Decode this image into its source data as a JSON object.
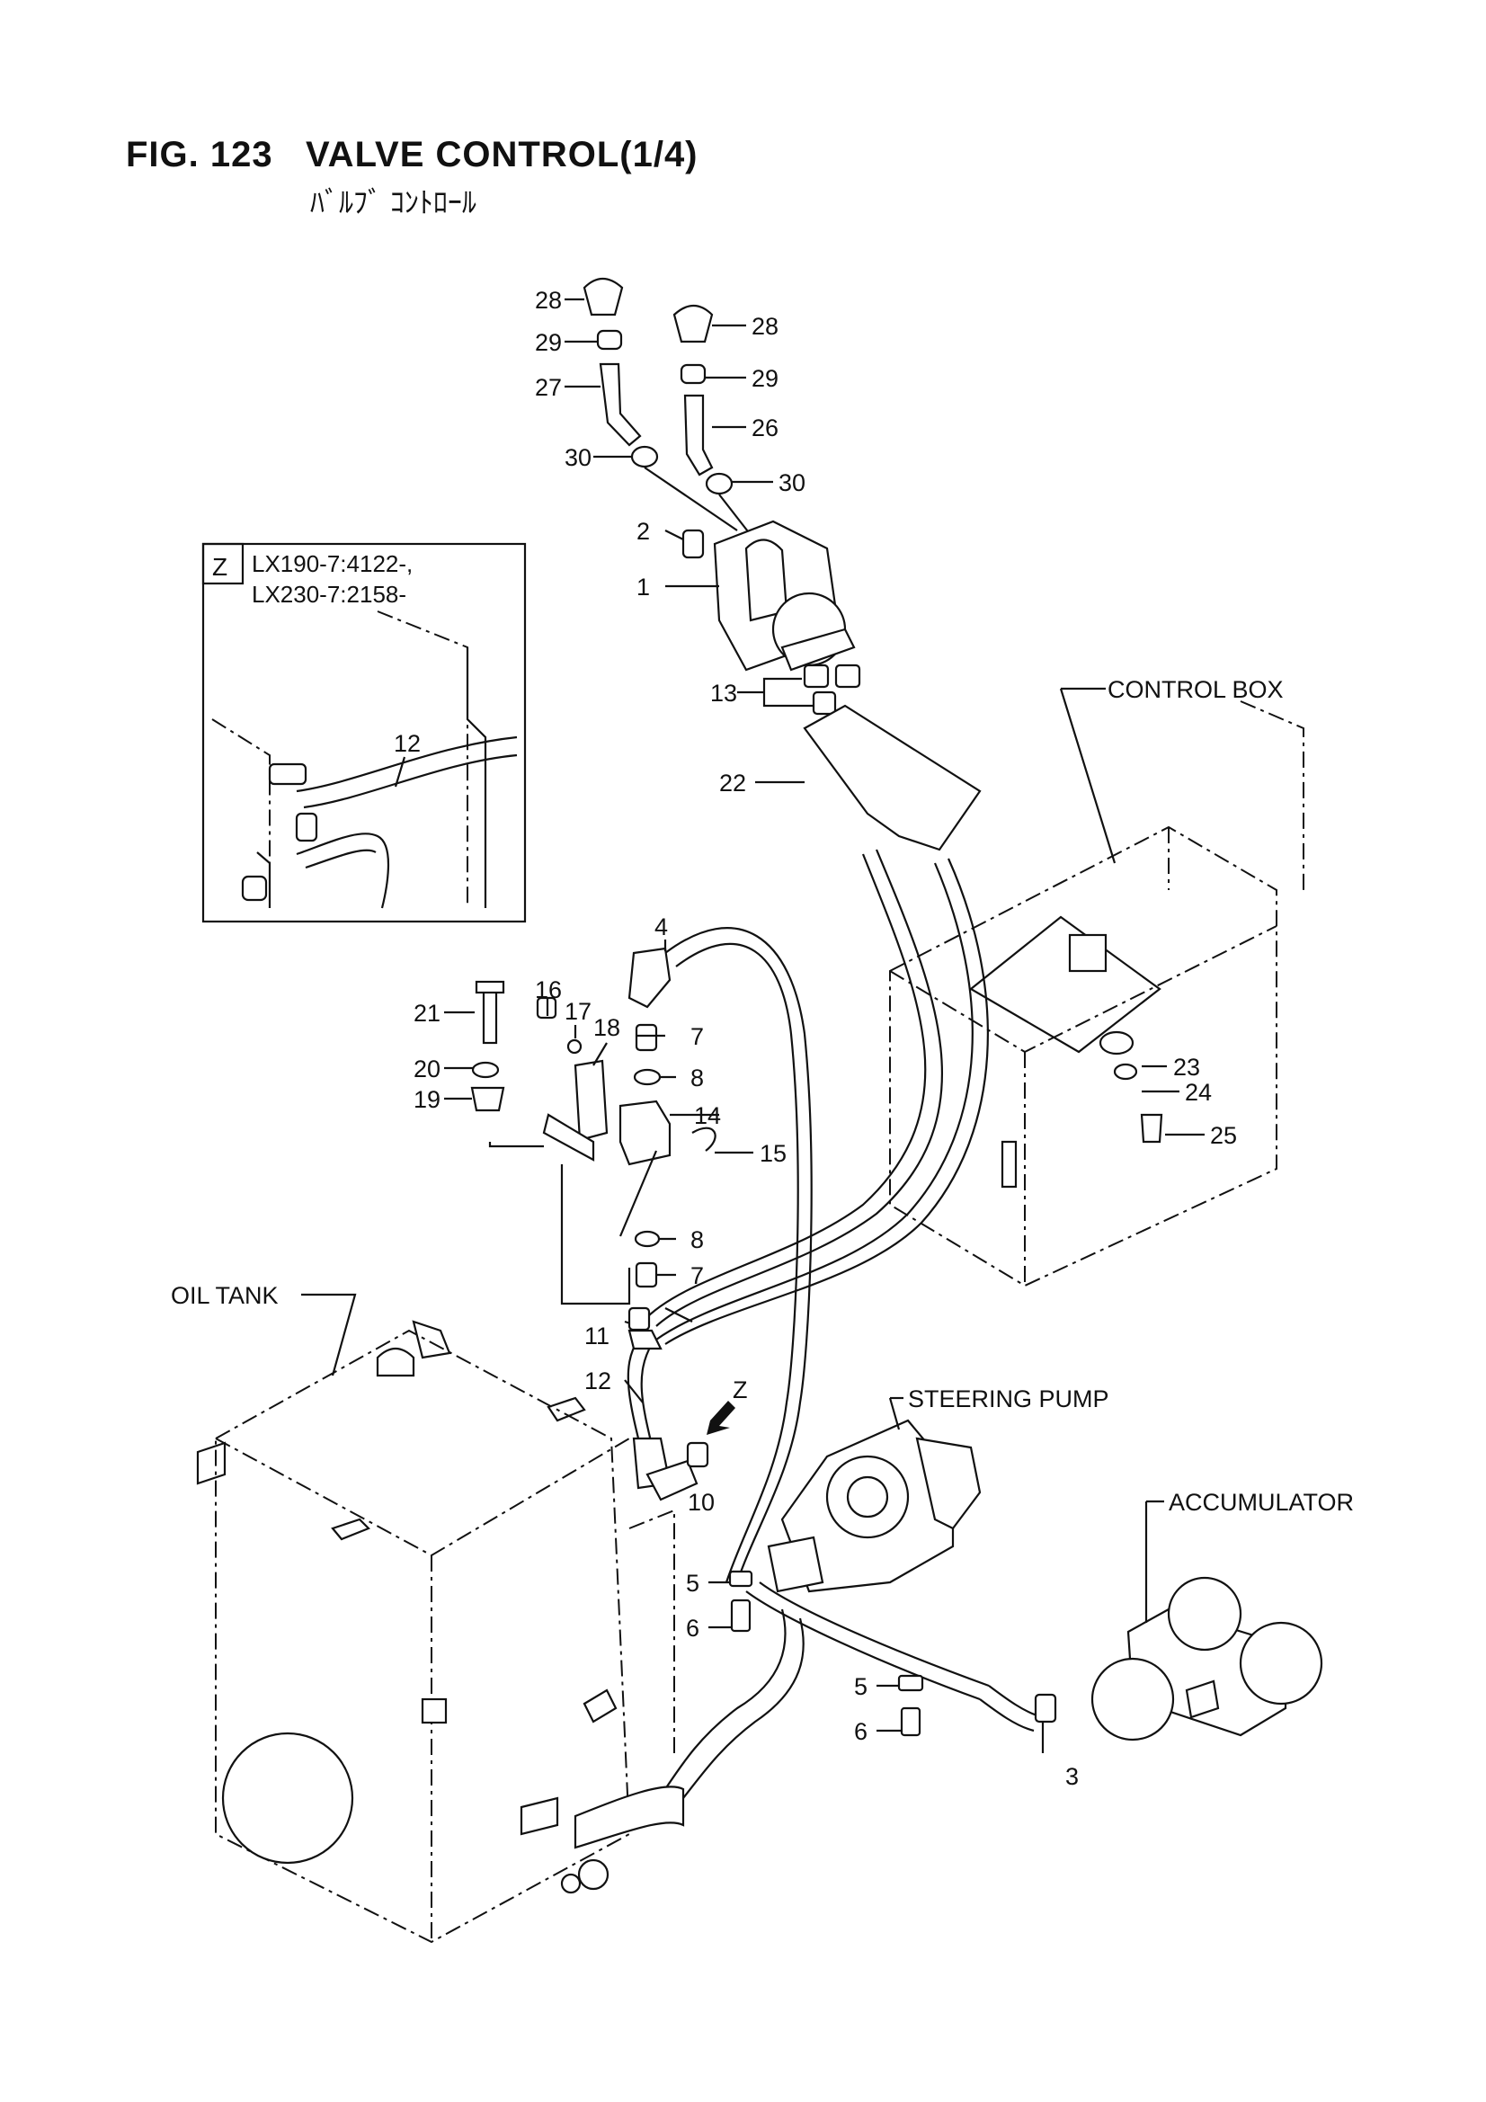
{
  "header": {
    "figure": "FIG. 123",
    "title": "VALVE CONTROL(1/4)",
    "subtitle": "ﾊﾞﾙﾌﾞ ｺﾝﾄﾛｰﾙ"
  },
  "detail_view": {
    "tag": "Z",
    "models": [
      "LX190-7:4122-,",
      "LX230-7:2158-"
    ]
  },
  "assemblies": {
    "control_box": "CONTROL BOX",
    "oil_tank": "OIL TANK",
    "steering_pump": "STEERING PUMP",
    "accumulator": "ACCUMULATOR"
  },
  "view_arrow": "Z",
  "callouts": {
    "p1": "1",
    "p2": "2",
    "p3": "3",
    "p4": "4",
    "p5a": "5",
    "p5b": "5",
    "p6a": "6",
    "p6b": "6",
    "p7a": "7",
    "p7b": "7",
    "p8a": "8",
    "p8b": "8",
    "p10": "10",
    "p11": "11",
    "p12a": "12",
    "p12b": "12",
    "p13": "13",
    "p14": "14",
    "p15": "15",
    "p16": "16",
    "p17": "17",
    "p18": "18",
    "p19": "19",
    "p20": "20",
    "p21": "21",
    "p22": "22",
    "p23": "23",
    "p24": "24",
    "p25": "25",
    "p26": "26",
    "p27": "27",
    "p28a": "28",
    "p28b": "28",
    "p29a": "29",
    "p29b": "29",
    "p30a": "30",
    "p30b": "30"
  }
}
